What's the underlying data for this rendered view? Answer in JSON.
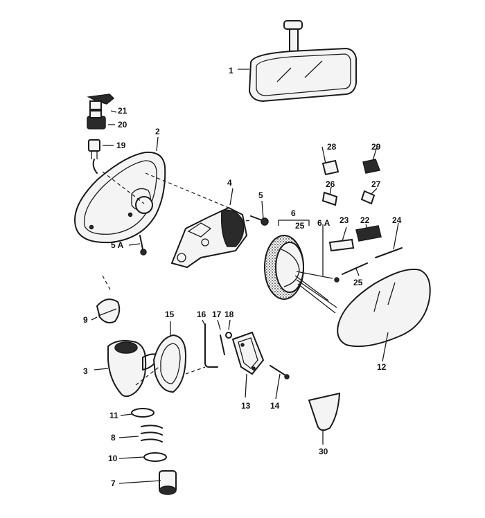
{
  "callouts": {
    "c1": "1",
    "c2": "2",
    "c3": "3",
    "c4": "4",
    "c5": "5",
    "c5a": "5 A",
    "c6": "6",
    "c6a": "6 A",
    "c7": "7",
    "c8": "8",
    "c9": "9",
    "c10": "10",
    "c11": "11",
    "c12": "12",
    "c13": "13",
    "c14": "14",
    "c15": "15",
    "c16": "16",
    "c17": "17",
    "c18": "18",
    "c19": "19",
    "c20": "20",
    "c21": "21",
    "c22": "22",
    "c23": "23",
    "c24": "24",
    "c25a": "25",
    "c25b": "25",
    "c26": "26",
    "c27": "27",
    "c28": "28",
    "c29": "29",
    "c30": "30"
  }
}
